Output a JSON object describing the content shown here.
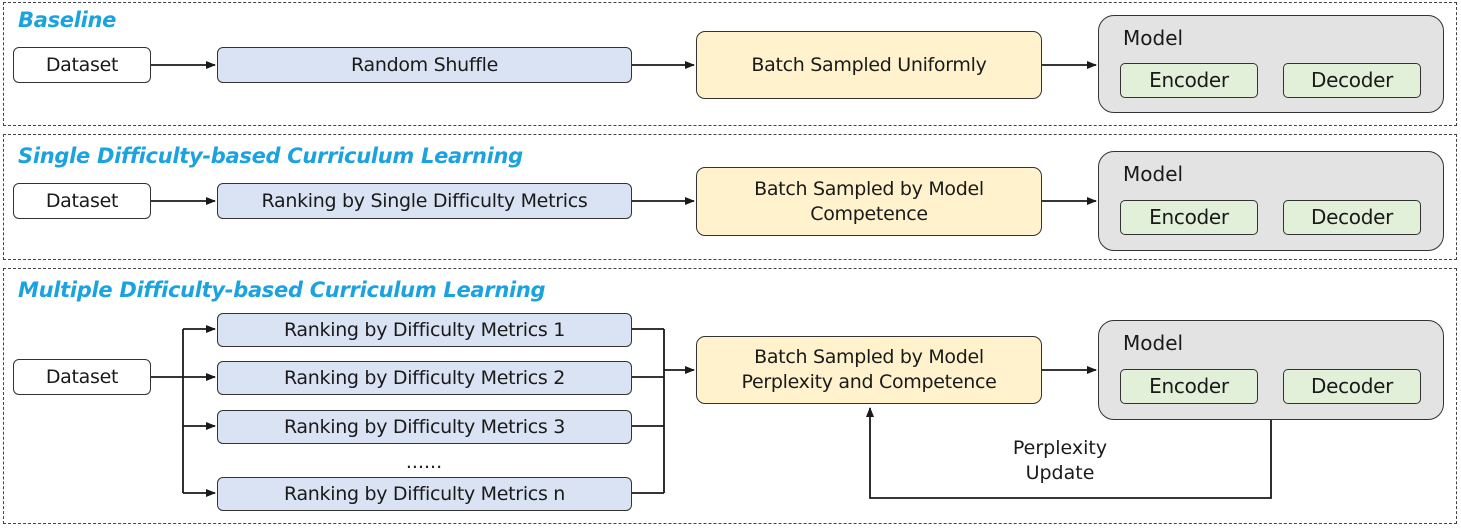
{
  "baseline": {
    "title": "Baseline",
    "dataset": "Dataset",
    "ranking": "Random Shuffle",
    "batch": "Batch Sampled Uniformly",
    "model": {
      "label": "Model",
      "encoder": "Encoder",
      "decoder": "Decoder"
    }
  },
  "single": {
    "title": "Single Difficulty-based Curriculum Learning",
    "dataset": "Dataset",
    "ranking": "Ranking by Single Difficulty Metrics",
    "batch_line1": "Batch Sampled by Model",
    "batch_line2": "Competence",
    "model": {
      "label": "Model",
      "encoder": "Encoder",
      "decoder": "Decoder"
    }
  },
  "multiple": {
    "title": "Multiple Difficulty-based Curriculum Learning",
    "dataset": "Dataset",
    "rankings": [
      "Ranking by Difficulty Metrics 1",
      "Ranking by Difficulty Metrics 2",
      "Ranking by Difficulty Metrics 3",
      "Ranking by Difficulty Metrics n"
    ],
    "ellipsis": "......",
    "batch_line1": "Batch Sampled by Model",
    "batch_line2": "Perplexity and Competence",
    "model": {
      "label": "Model",
      "encoder": "Encoder",
      "decoder": "Decoder"
    },
    "feedback_line1": "Perplexity",
    "feedback_line2": "Update"
  }
}
